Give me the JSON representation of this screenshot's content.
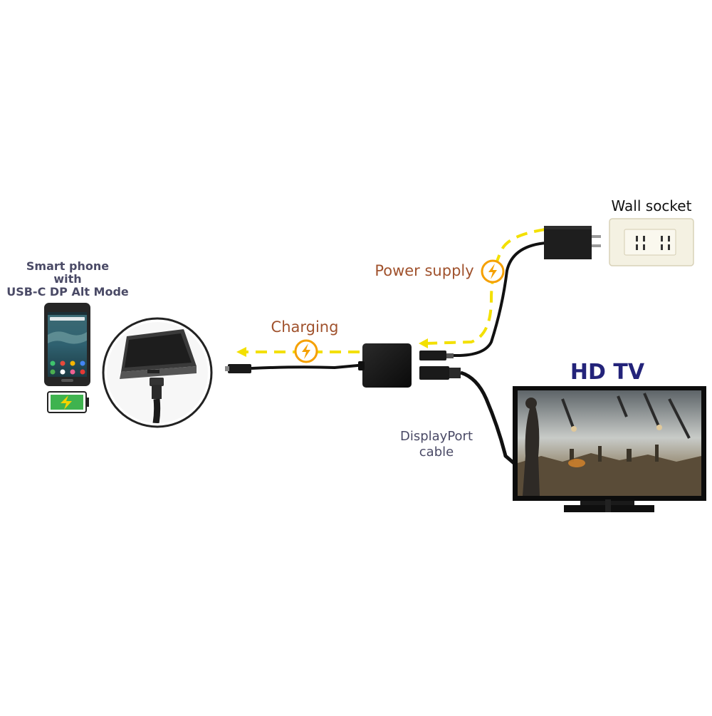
{
  "labels": {
    "phone_line1": "Smart phone",
    "phone_line2": "with",
    "phone_line3": "USB-C DP Alt Mode",
    "charging": "Charging",
    "power_supply": "Power supply",
    "wall_socket": "Wall socket",
    "hd_tv": "HD TV",
    "dp_line1": "DisplayPort",
    "dp_line2": "cable"
  },
  "colors": {
    "flow_dash": "#f3e000",
    "bolt_ring": "#f5a000",
    "label_dark": "#4a4a66",
    "label_brown": "#a0522d",
    "tv_title": "#23237a",
    "cable": "#111111",
    "socket_plate": "#f4f1e2"
  },
  "icons": {
    "bolt": "lightning-bolt-icon",
    "battery": "battery-charging-icon"
  }
}
